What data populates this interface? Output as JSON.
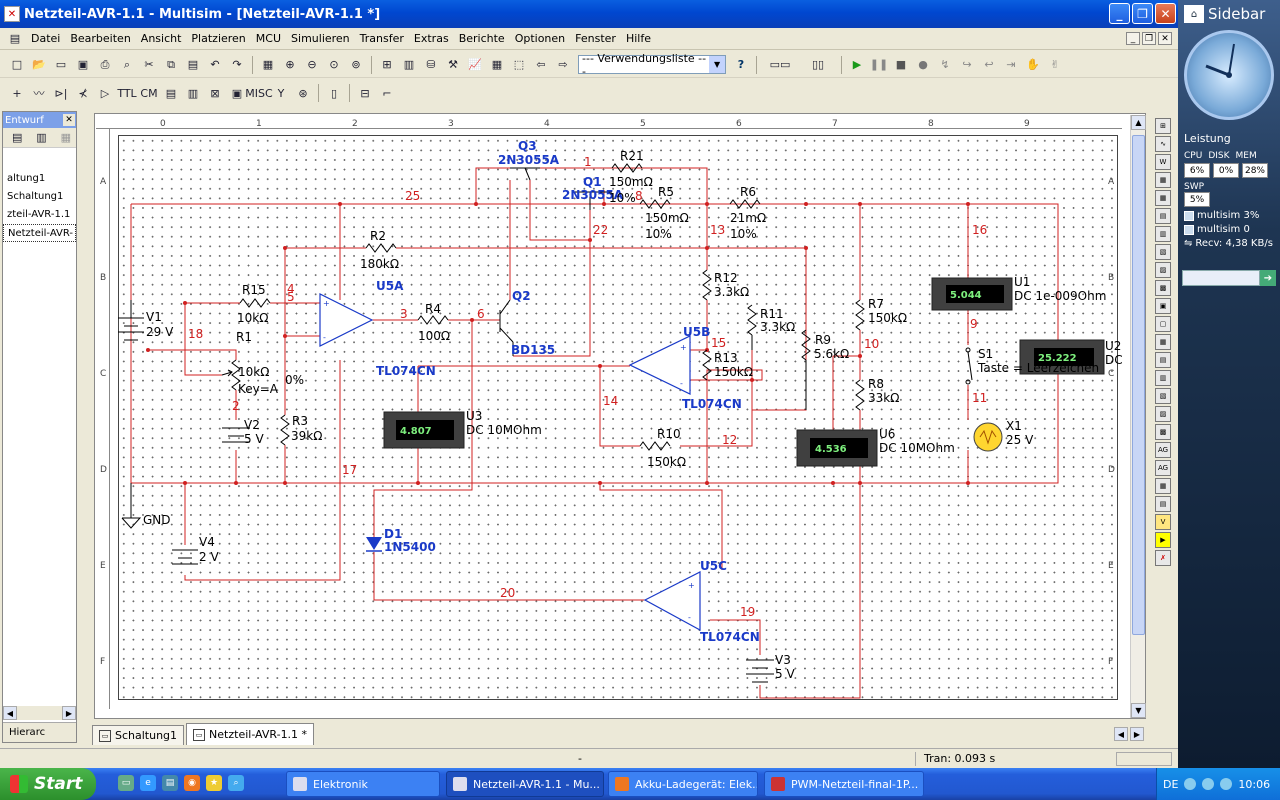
{
  "window": {
    "title": "Netzteil-AVR-1.1 - Multisim - [Netzteil-AVR-1.1 *]"
  },
  "menu": [
    "Datei",
    "Bearbeiten",
    "Ansicht",
    "Platzieren",
    "MCU",
    "Simulieren",
    "Transfer",
    "Extras",
    "Berichte",
    "Optionen",
    "Fenster",
    "Hilfe"
  ],
  "toolbar": {
    "usage_list": "--- Verwendungsliste ---",
    "help_glyph": "?"
  },
  "left_panel": {
    "title": "Entwurf",
    "items": [
      "altung1",
      "Schaltung1",
      "zteil-AVR-1.1",
      "Netzteil-AVR-"
    ],
    "footer": "Hierarc"
  },
  "tabs": [
    "Schaltung1",
    "Netzteil-AVR-1.1 *"
  ],
  "status": {
    "dash": "-",
    "tran": "Tran: 0.093 s"
  },
  "ruler": {
    "columns": [
      "0",
      "1",
      "2",
      "3",
      "4",
      "5",
      "6",
      "7",
      "8",
      "9"
    ],
    "rows": [
      "A",
      "B",
      "C",
      "D",
      "E",
      "F"
    ]
  },
  "schematic": {
    "components": {
      "q3": "Q3",
      "q3_model": "2N3055A",
      "q1": "Q1",
      "q1_model": "2N3055A",
      "r21": "R21",
      "r21_val": "150mΩ",
      "r21_tol": "10%",
      "r5": "R5",
      "r5_val": "150mΩ",
      "r5_tol": "10%",
      "r6": "R6",
      "r6_val": "21mΩ",
      "r6_tol": "10%",
      "r2": "R2",
      "r2_val": "180kΩ",
      "u5a": "U5A",
      "u5b": "U5B",
      "u5c": "U5C",
      "r15": "R15",
      "r15_val": "10kΩ",
      "r1": "R1",
      "r1_val": "10kΩ",
      "r1_key": "Key=A",
      "r1_pct": "0%",
      "v1": "V1",
      "v1_val": "29 V",
      "r4": "R4",
      "r4_val": "100Ω",
      "q2": "Q2",
      "q2_model": "BD135",
      "r12": "R12",
      "r12_val": "3.3kΩ",
      "r11": "R11",
      "r11_val": "3.3kΩ",
      "r13": "R13",
      "r13_val": "150kΩ",
      "r7": "R7",
      "r7_val": "150kΩ",
      "r9": "R9",
      "r9_val": "5.6kΩ",
      "r8": "R8",
      "r8_val": "33kΩ",
      "r10": "R10",
      "r10_val": "150kΩ",
      "r3": "R3",
      "r3_val": "39kΩ",
      "v2": "V2",
      "v2_val": "5 V",
      "v4": "V4",
      "v4_val": "2 V",
      "v3": "V3",
      "v3_val": "5 V",
      "d1": "D1",
      "d1_model": "1N5400",
      "opamp": "TL074CN",
      "gnd": "GND",
      "s1": "S1",
      "s1_key": "Taste = Leerzeichen",
      "x1": "X1",
      "x1_val": "25 V",
      "u1": "U1",
      "u1_mode": "DC  1e-009Ohm",
      "u2": "U2",
      "u2_mode": "DC",
      "u3": "U3",
      "u3_mode": "DC  10MOhm",
      "u6": "U6",
      "u6_mode": "DC  10MOhm"
    },
    "meters": {
      "u1": "5.044",
      "u2": "25.222",
      "u3": "4.807",
      "u6": "4.536"
    },
    "nets": [
      "1",
      "8",
      "25",
      "22",
      "13",
      "16",
      "4",
      "5",
      "18",
      "3",
      "6",
      "15",
      "9",
      "10",
      "2",
      "14",
      "12",
      "11",
      "17",
      "20",
      "19"
    ]
  },
  "sidebar": {
    "title": "Sidebar",
    "perf_title": "Leistung",
    "headers": [
      "CPU",
      "DISK",
      "MEM"
    ],
    "values": [
      "6%",
      "0%",
      "28%"
    ],
    "swp_label": "SWP",
    "swp_value": "5%",
    "proc1": "multisim 3%",
    "proc2": "multisim 0",
    "net": "Recv: 4,38 KB/s"
  },
  "taskbar": {
    "start": "Start",
    "tasks": [
      "Elektronik",
      "Netzteil-AVR-1.1 - Mu...",
      "Akku-Ladegerät: Elek...",
      "PWM-Netzteil-final-1P..."
    ],
    "lang": "DE",
    "clock": "10:06"
  }
}
